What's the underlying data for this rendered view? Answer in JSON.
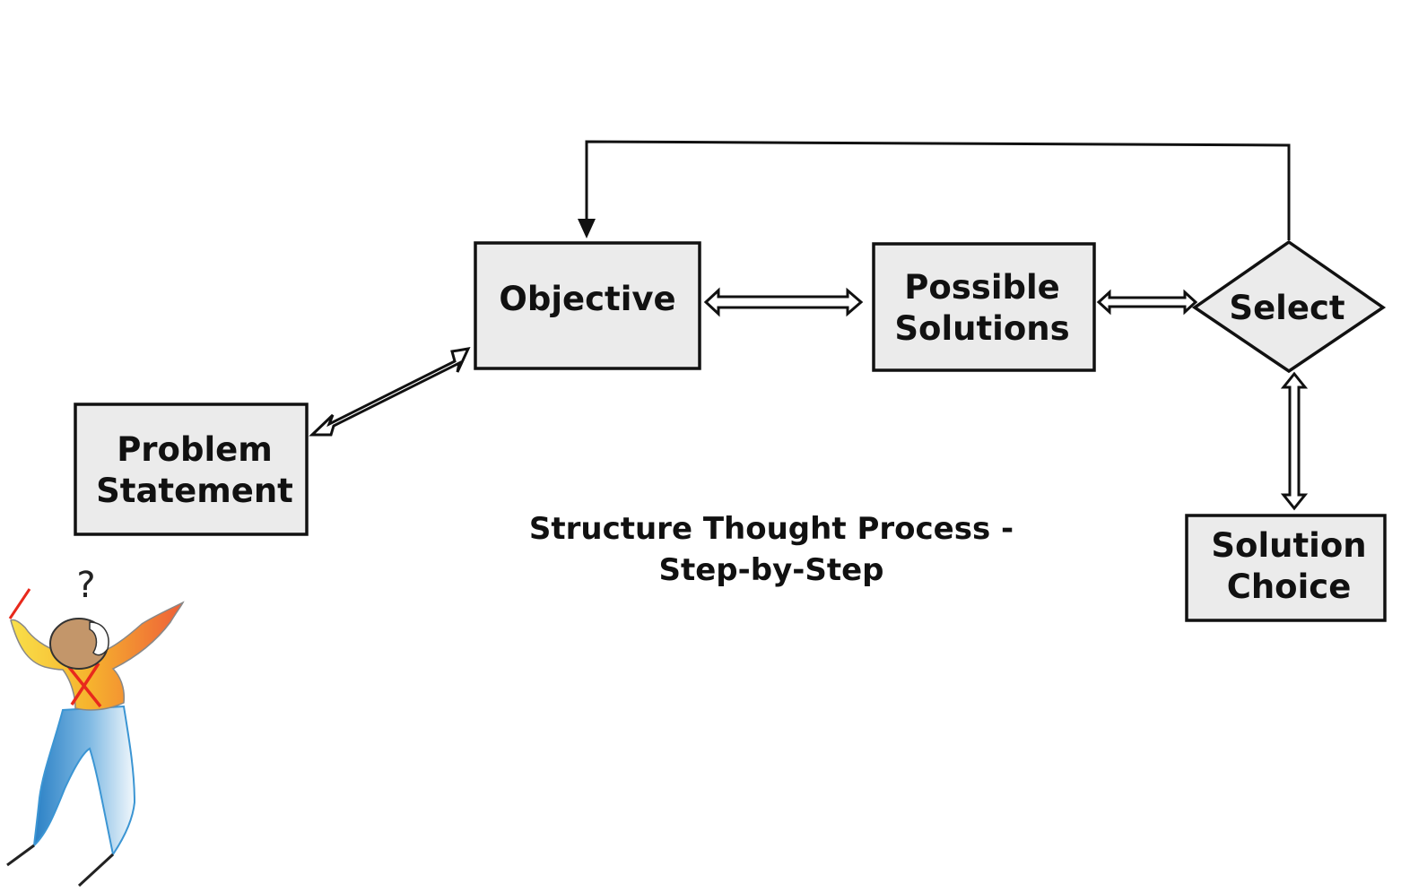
{
  "diagram": {
    "nodes": {
      "problem_statement": {
        "line1": "Problem",
        "line2": "Statement"
      },
      "objective": {
        "label": "Objective"
      },
      "possible_solutions": {
        "line1": "Possible",
        "line2": "Solutions"
      },
      "select": {
        "label": "Select"
      },
      "solution_choice": {
        "line1": "Solution",
        "line2": "Choice"
      }
    },
    "caption": {
      "line1": "Structure Thought Process -",
      "line2": "Step-by-Step"
    },
    "figure": {
      "question_mark": "?"
    }
  },
  "colors": {
    "box_fill": "#ebebeb",
    "stroke": "#111111",
    "shirt_left": "#f7d73a",
    "shirt_right": "#ef6a3a",
    "pants_dark": "#2d86c9",
    "pants_light": "#e8f4fb",
    "head": "#c3966a",
    "accent_red": "#e8291c"
  }
}
